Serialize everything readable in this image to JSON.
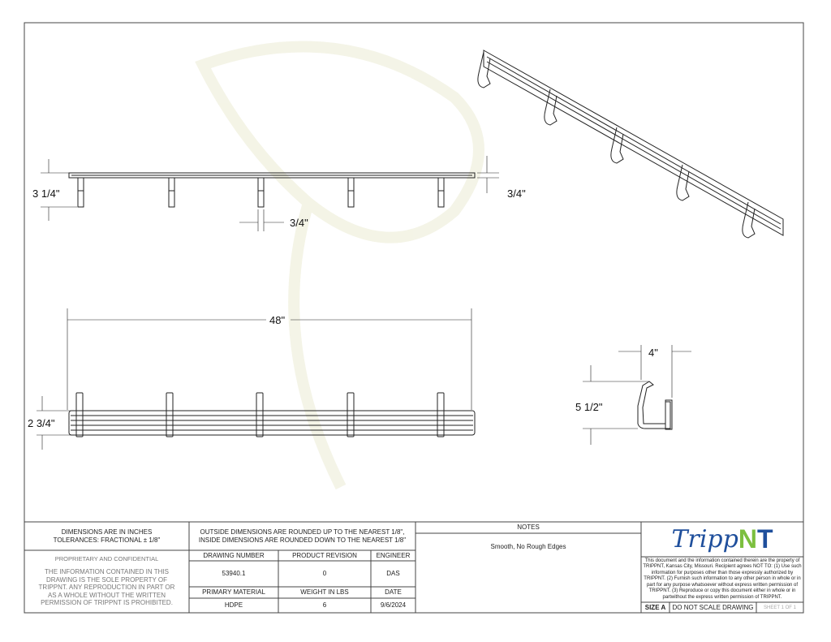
{
  "dimensions": {
    "top_height": "3 1/4\"",
    "top_thickness": "3/4\"",
    "hook_width": "3/4\"",
    "overall_length": "48\"",
    "front_height": "2 3/4\"",
    "side_depth": "4\"",
    "side_height": "5 1/2\""
  },
  "title_block": {
    "units_line1": "DIMENSIONS ARE IN INCHES",
    "units_line2": "TOLERANCES: FRACTIONAL ± 1/8\"",
    "rounding_line1": "OUTSIDE DIMENSIONS ARE ROUNDED UP TO THE NEAREST 1/8\",",
    "rounding_line2": "INSIDE DIMENSIONS ARE ROUNDED DOWN TO THE NEAREST 1/8\"",
    "proprietary_title": "PROPRIETARY AND CONFIDENTIAL",
    "proprietary_text": "THE INFORMATION CONTAINED IN THIS DRAWING IS THE SOLE PROPERTY OF TRIPPNT.  ANY REPRODUCTION IN PART OR AS A WHOLE WITHOUT THE WRITTEN PERMISSION OF TRIPPNT IS PROHIBITED.",
    "drawing_number_label": "DRAWING NUMBER",
    "drawing_number": "53940.1",
    "product_revision_label": "PRODUCT REVISION",
    "product_revision": "0",
    "engineer_label": "ENGINEER",
    "engineer": "DAS",
    "material_label": "PRIMARY MATERIAL",
    "material": "HDPE",
    "weight_label": "WEIGHT IN LBS",
    "weight": "6",
    "date_label": "DATE",
    "date": "9/6/2024",
    "notes_label": "NOTES",
    "notes": "Smooth, No Rough Edges",
    "logo_part1": "Tripp",
    "logo_part2": "N",
    "logo_part3": "T",
    "legal_text": "This document and the information contained therein are the property of TRIPPNT, Kansas City, Missouri. Recipient agrees NOT TO: (1) Use such information for purposes other than those expressly authorized by TRIPPNT. (2) Furnish such information to any other person in whole or in part for any purpose whatsoever without express  written permission of TRIPPNT. (3) Reproduce or copy this document either in whole or in partwithout the express written permission of TRIPPNT.",
    "size": "SIZE A",
    "scale_note": "DO NOT SCALE DRAWING",
    "sheet": "SHEET 1 OF 1"
  },
  "colors": {
    "logo_blue": "#1f4f9c",
    "logo_green": "#7cbf3f"
  }
}
